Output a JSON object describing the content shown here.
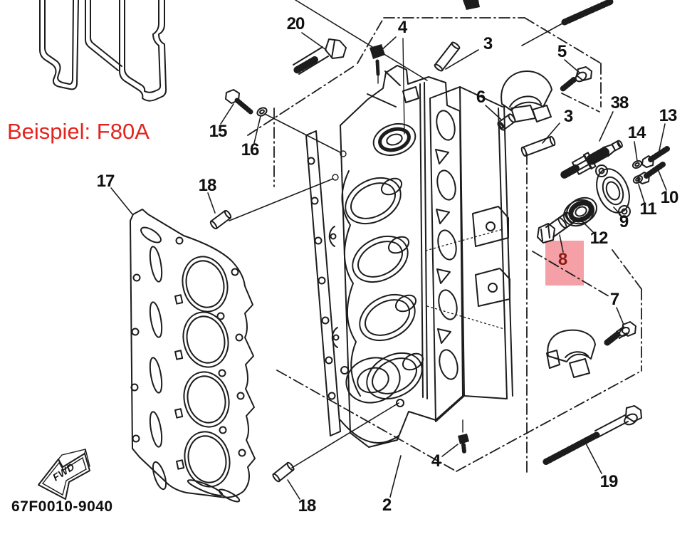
{
  "branding": {
    "example_label": "Beispiel: F80A",
    "part_code": "67F0010-9040",
    "fwd": "FWD"
  },
  "colors": {
    "example_red": "#e2251f",
    "highlight_pink": "#f4a0a6",
    "highlight_number_red": "#8a1d16",
    "ink": "#1c1c1c",
    "background": "#ffffff"
  },
  "callouts": {
    "c20": "20",
    "c4_top": "4",
    "c3_top": "3",
    "c5": "5",
    "c6": "6",
    "c38": "38",
    "c13": "13",
    "c14": "14",
    "c3_right": "3",
    "c15": "15",
    "c16": "16",
    "c10": "10",
    "c11": "11",
    "c9": "9",
    "c12": "12",
    "c8": "8",
    "c17": "17",
    "c18_upper": "18",
    "c7": "7",
    "c2": "2",
    "c4_bottom": "4",
    "c18_lower": "18",
    "c19": "19"
  }
}
